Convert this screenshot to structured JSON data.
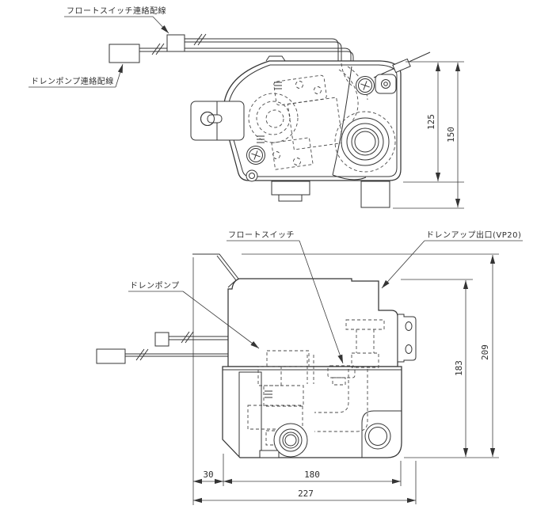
{
  "drawing": {
    "background": "#ffffff",
    "line_color": "#343434",
    "labels": {
      "float_switch_wiring": "フロートスイッチ連絡配線",
      "drain_pump_wiring": "ドレンポンプ連絡配線",
      "float_switch": "フロートスイッチ",
      "drain_pump": "ドレンポンプ",
      "drain_up_outlet": "ドレンアップ出口(VP20)"
    },
    "dimensions": {
      "top_view": {
        "body_depth": "125",
        "overall_depth": "150"
      },
      "front_view": {
        "body_height": "183",
        "overall_height": "209",
        "left_offset": "30",
        "body_width": "180",
        "overall_width": "227"
      }
    }
  }
}
